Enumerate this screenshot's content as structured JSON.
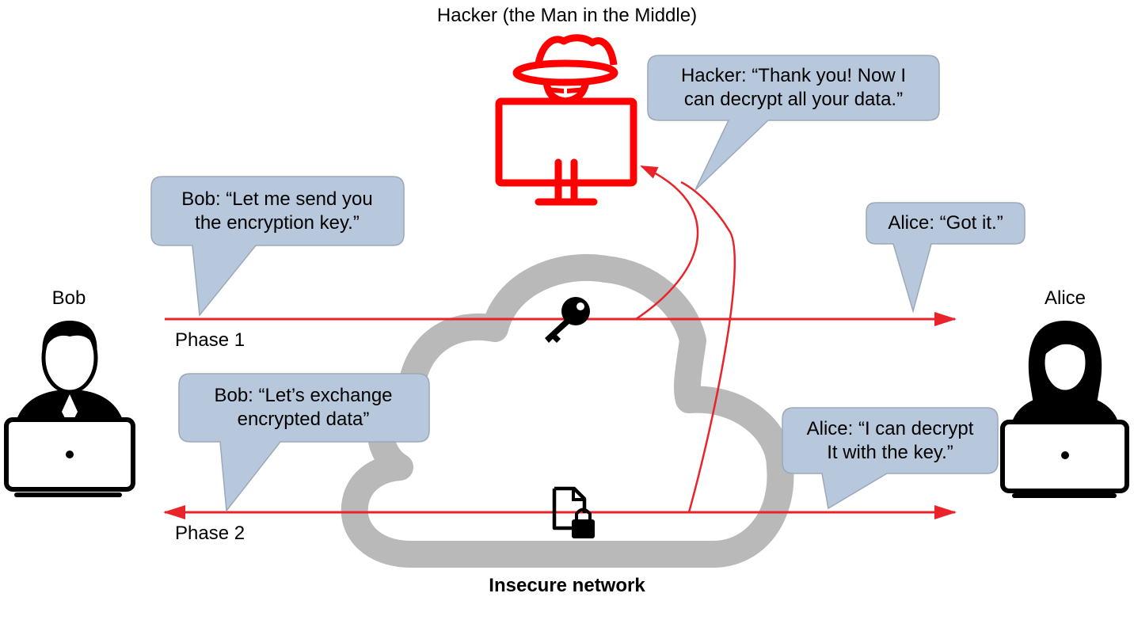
{
  "title": "Hacker (the Man in the Middle)",
  "actors": {
    "bob": {
      "name": "Bob"
    },
    "alice": {
      "name": "Alice"
    }
  },
  "phases": {
    "phase1": "Phase 1",
    "phase2": "Phase 2"
  },
  "bubbles": {
    "hacker": [
      "Hacker: “Thank you! Now I",
      "can decrypt all your data.”"
    ],
    "bob1": [
      "Bob: “Let me send you",
      "the encryption key.”"
    ],
    "alice1": [
      "Alice: “Got it.”"
    ],
    "bob2": [
      "Bob: “Let’s exchange",
      "encrypted data”"
    ],
    "alice2": [
      "Alice: “I can decrypt",
      "It with the key.”"
    ]
  },
  "network_label": "Insecure network",
  "icons": {
    "hacker": "hacker-at-monitor-icon",
    "key": "key-icon",
    "locked_file": "locked-file-icon",
    "cloud": "cloud-icon",
    "bob": "man-with-laptop-icon",
    "alice": "woman-with-laptop-icon"
  },
  "colors": {
    "arrow": "#e8232a",
    "hacker": "#ff0000",
    "bubble_fill": "#b7c8dc",
    "bubble_stroke": "#9aa9ba",
    "cloud": "#b9b9b9"
  }
}
